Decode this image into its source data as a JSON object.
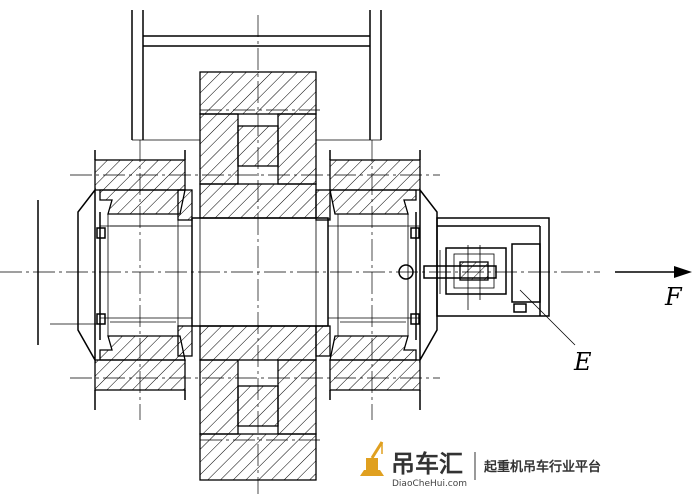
{
  "labels": {
    "force": "F",
    "sensor": "E"
  },
  "watermark": {
    "brand_cn": "吊车汇",
    "url": "DiaoCheHui.com",
    "tagline": "起重机吊车行业平台"
  },
  "colors": {
    "line": "#000000",
    "watermark_logo": "#e0a020"
  }
}
